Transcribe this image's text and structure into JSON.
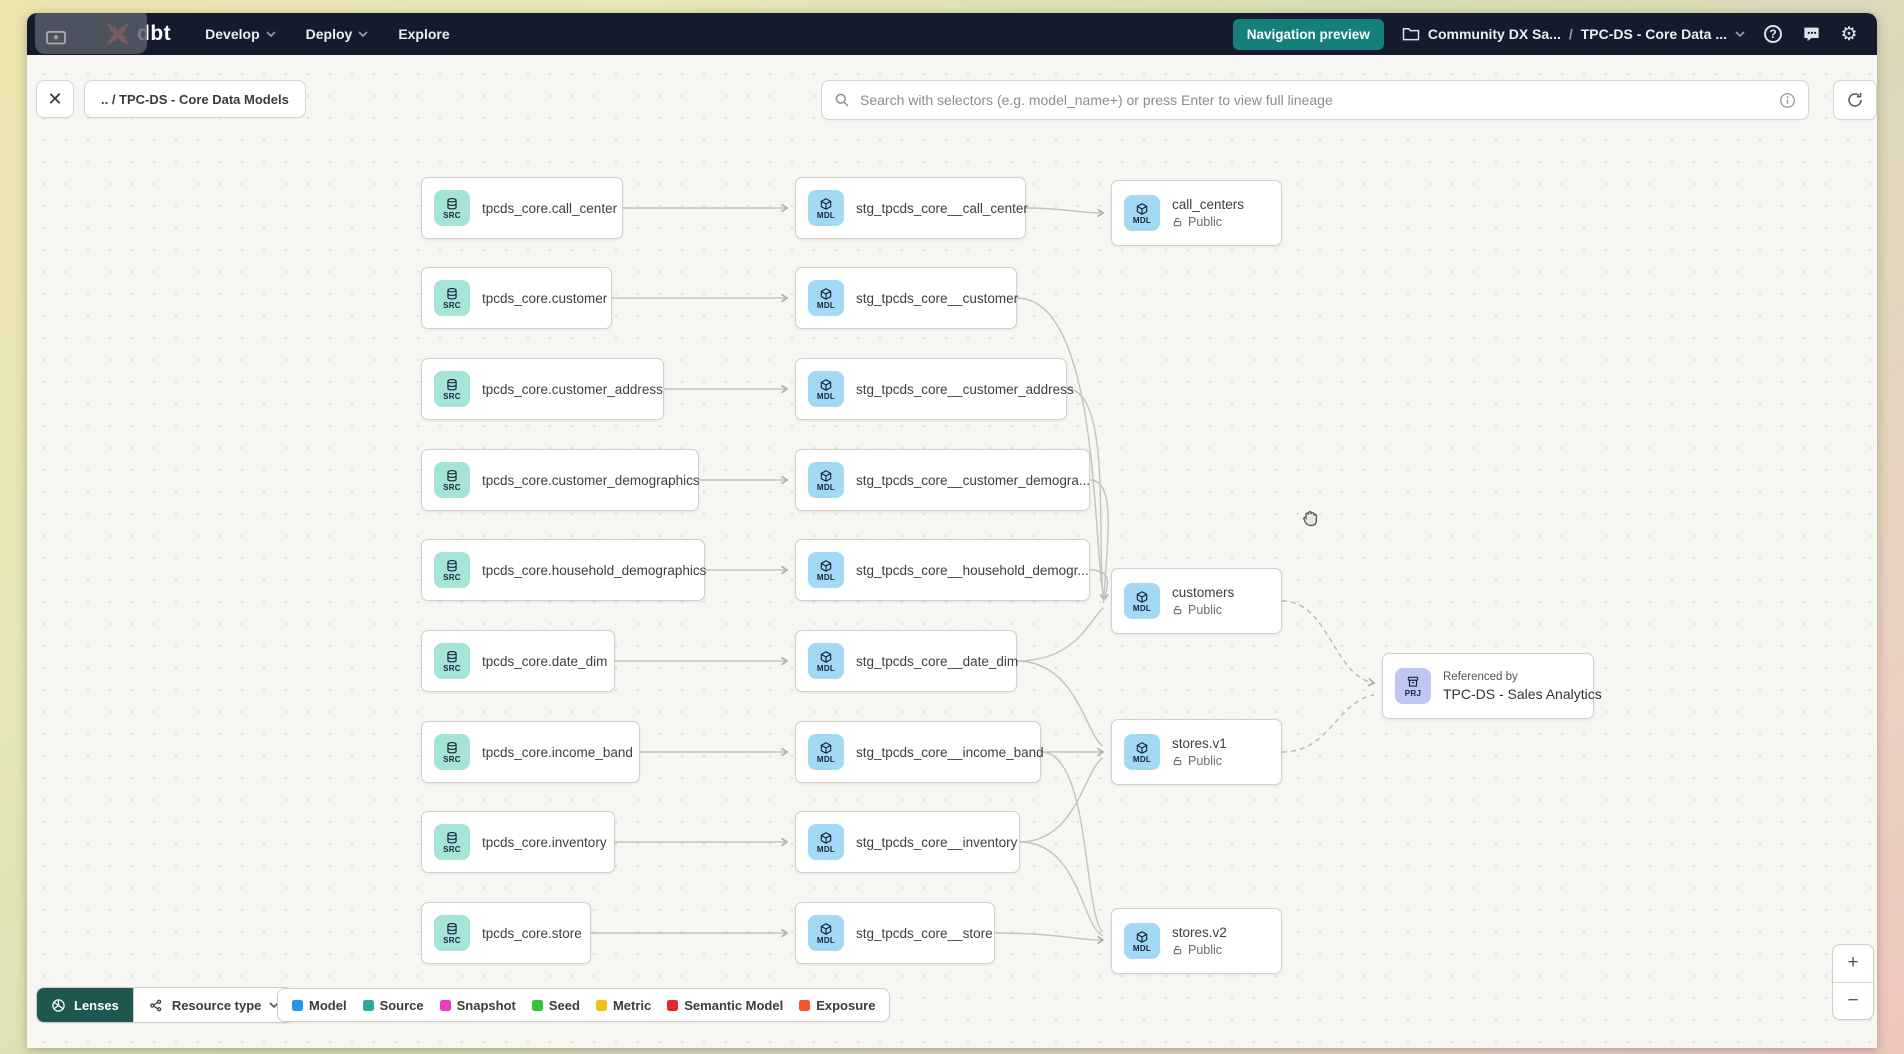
{
  "nav": {
    "brand": "dbt",
    "menu_develop": "Develop",
    "menu_deploy": "Deploy",
    "menu_explore": "Explore",
    "preview_badge": "Navigation preview",
    "project_breadcrumb": "Community DX Sa...",
    "separator": "/",
    "page_breadcrumb": "TPC-DS - Core Data ...",
    "help_glyph": "?"
  },
  "toolbar": {
    "close_glyph": "✕",
    "breadcrumb": ".. / TPC-DS - Core Data Models",
    "search_placeholder": "Search with selectors (e.g. model_name+) or press Enter to view full lineage"
  },
  "graph": {
    "badge_src": "SRC",
    "badge_mdl": "MDL",
    "badge_prj": "PRJ",
    "sources": [
      "tpcds_core.call_center",
      "tpcds_core.customer",
      "tpcds_core.customer_address",
      "tpcds_core.customer_demographics",
      "tpcds_core.household_demographics",
      "tpcds_core.date_dim",
      "tpcds_core.income_band",
      "tpcds_core.inventory",
      "tpcds_core.store"
    ],
    "staging": [
      "stg_tpcds_core__call_center",
      "stg_tpcds_core__customer",
      "stg_tpcds_core__customer_address",
      "stg_tpcds_core__customer_demogra...",
      "stg_tpcds_core__household_demogr...",
      "stg_tpcds_core__date_dim",
      "stg_tpcds_core__income_band",
      "stg_tpcds_core__inventory",
      "stg_tpcds_core__store"
    ],
    "publics": [
      {
        "name": "call_centers",
        "access": "Public"
      },
      {
        "name": "customers",
        "access": "Public"
      },
      {
        "name": "stores.v1",
        "access": "Public"
      },
      {
        "name": "stores.v2",
        "access": "Public"
      }
    ],
    "project": {
      "caption": "Referenced by",
      "name": "TPC-DS - Sales Analytics"
    }
  },
  "footer": {
    "lenses": "Lenses",
    "resource_type": "Resource type",
    "legend": [
      {
        "label": "Model",
        "color": "#2095f2"
      },
      {
        "label": "Source",
        "color": "#2ca89f"
      },
      {
        "label": "Snapshot",
        "color": "#e83cc5"
      },
      {
        "label": "Seed",
        "color": "#36c23c"
      },
      {
        "label": "Metric",
        "color": "#f2c119"
      },
      {
        "label": "Semantic Model",
        "color": "#e0282e"
      },
      {
        "label": "Exposure",
        "color": "#f2552c"
      }
    ]
  },
  "zoom_controls": {
    "zoom_in": "+",
    "zoom_out": "−"
  }
}
